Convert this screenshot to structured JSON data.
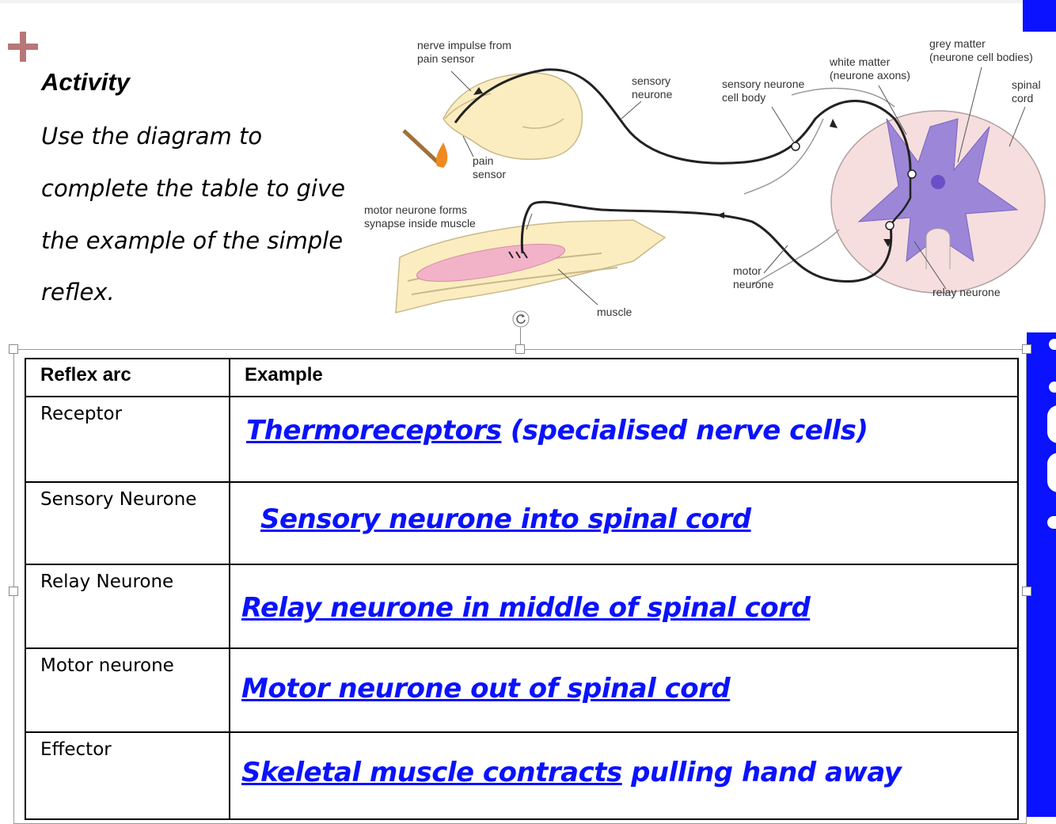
{
  "activity": {
    "title": "Activity",
    "lines": [
      "Use the diagram to",
      "complete the table to give",
      "the example of the simple",
      "reflex."
    ]
  },
  "diagram": {
    "labels": {
      "nerve_impulse_1": "nerve impulse from",
      "nerve_impulse_2": "pain sensor",
      "sensory_neurone_1": "sensory",
      "sensory_neurone_2": "neurone",
      "pain_sensor_1": "pain",
      "pain_sensor_2": "sensor",
      "motor_synapse_1": "motor neurone forms",
      "motor_synapse_2": "synapse inside muscle",
      "muscle": "muscle",
      "cell_body_1": "sensory neurone",
      "cell_body_2": "cell body",
      "white_matter_1": "white matter",
      "white_matter_2": "(neurone axons)",
      "grey_matter_1": "grey matter",
      "grey_matter_2": "(neurone cell bodies)",
      "spinal_cord_1": "spinal",
      "spinal_cord_2": "cord",
      "motor_neurone_1": "motor",
      "motor_neurone_2": "neurone",
      "relay_neurone": "relay neurone"
    }
  },
  "table": {
    "header": {
      "col1": "Reflex arc",
      "col2": "Example"
    },
    "rows": [
      {
        "label": "Receptor",
        "answer_u": "Thermoreceptors",
        "answer_rest": " (specialised nerve cells)"
      },
      {
        "label": "Sensory Neurone",
        "answer_u": "Sensory neurone into spinal cord",
        "answer_rest": ""
      },
      {
        "label": "Relay Neurone",
        "answer_u": "Relay neurone in middle of spinal cord",
        "answer_rest": ""
      },
      {
        "label": "Motor neurone",
        "answer_u": "Motor neurone out of spinal cord",
        "answer_rest": ""
      },
      {
        "label": "Effector",
        "answer_u": "Skeletal muscle contracts",
        "answer_rest": " pulling hand away"
      }
    ]
  },
  "colors": {
    "answer": "#0a12ff",
    "side_bar": "#0a12ff",
    "plus": "#b77777",
    "grey_matter": "#9b86d8",
    "spinal_cord": "#f6dede",
    "skin": "#fbedc0"
  },
  "icons": [
    "plus-icon",
    "rotate-icon"
  ]
}
